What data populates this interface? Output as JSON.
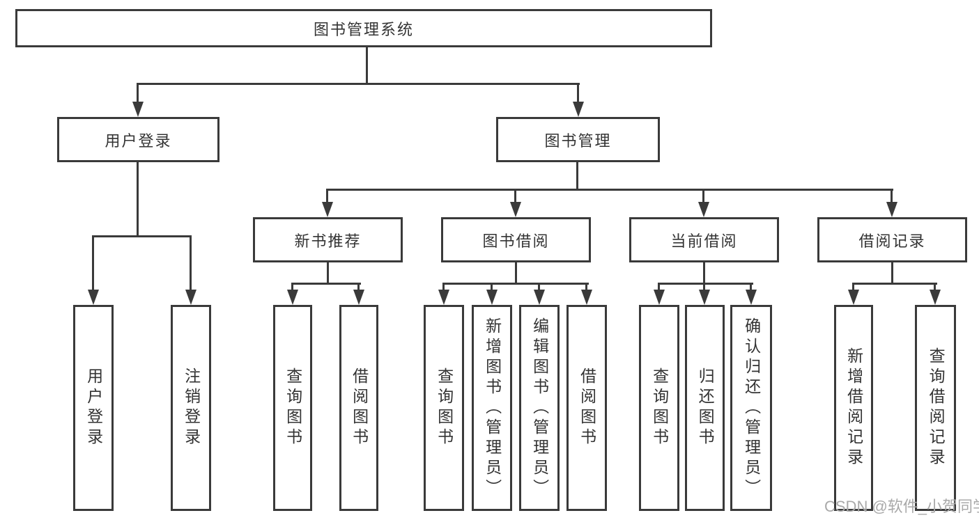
{
  "diagram": {
    "root": {
      "label": "图书管理系统"
    },
    "level2": [
      {
        "label": "用户登录"
      },
      {
        "label": "图书管理"
      }
    ],
    "level3": [
      {
        "label": "新书推荐",
        "parent": "图书管理"
      },
      {
        "label": "图书借阅",
        "parent": "图书管理"
      },
      {
        "label": "当前借阅",
        "parent": "图书管理"
      },
      {
        "label": "借阅记录",
        "parent": "图书管理"
      }
    ],
    "leaves": [
      {
        "label": "用户登录",
        "parent": "用户登录"
      },
      {
        "label": "注销登录",
        "parent": "用户登录"
      },
      {
        "label": "查询图书",
        "parent": "新书推荐"
      },
      {
        "label": "借阅图书",
        "parent": "新书推荐"
      },
      {
        "label": "查询图书",
        "parent": "图书借阅"
      },
      {
        "label": "新增图书（管理员）",
        "parent": "图书借阅"
      },
      {
        "label": "编辑图书（管理员）",
        "parent": "图书借阅"
      },
      {
        "label": "借阅图书",
        "parent": "图书借阅"
      },
      {
        "label": "查询图书",
        "parent": "当前借阅"
      },
      {
        "label": "归还图书",
        "parent": "当前借阅"
      },
      {
        "label": "确认归还（管理员）",
        "parent": "当前借阅"
      },
      {
        "label": "新增借阅记录",
        "parent": "借阅记录"
      },
      {
        "label": "查询借阅记录",
        "parent": "借阅记录"
      }
    ]
  },
  "watermark": {
    "text": "CSDN @软件_小贺同学"
  },
  "colors": {
    "line": "#3a3a3a",
    "text": "#333333",
    "watermark": "#a9a9a9",
    "background": "#ffffff"
  }
}
